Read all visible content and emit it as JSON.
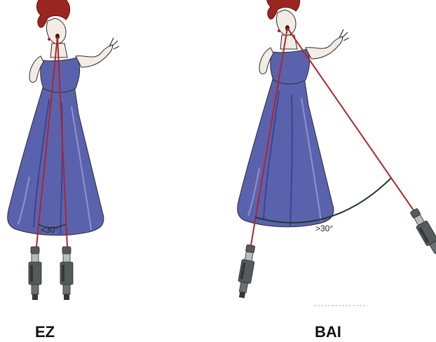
{
  "panels": [
    {
      "label": "EZ",
      "angle_label": "<30°"
    },
    {
      "label": "BAI",
      "angle_label": ">30°"
    }
  ],
  "colors": {
    "sight_line": "#b0252a",
    "dress": "#5a62ae",
    "dress_shadow": "#3d4590",
    "dress_highlight": "#8d93cc",
    "hair": "#9b2520",
    "skin": "#f2ece4",
    "outline": "#2c2c2c",
    "mic_body": "#555a5c",
    "mic_dark": "#33373a",
    "arc": "#1f3a2a",
    "background": "#ffffff"
  },
  "icons": [
    "singer-figure",
    "microphone-icon"
  ]
}
